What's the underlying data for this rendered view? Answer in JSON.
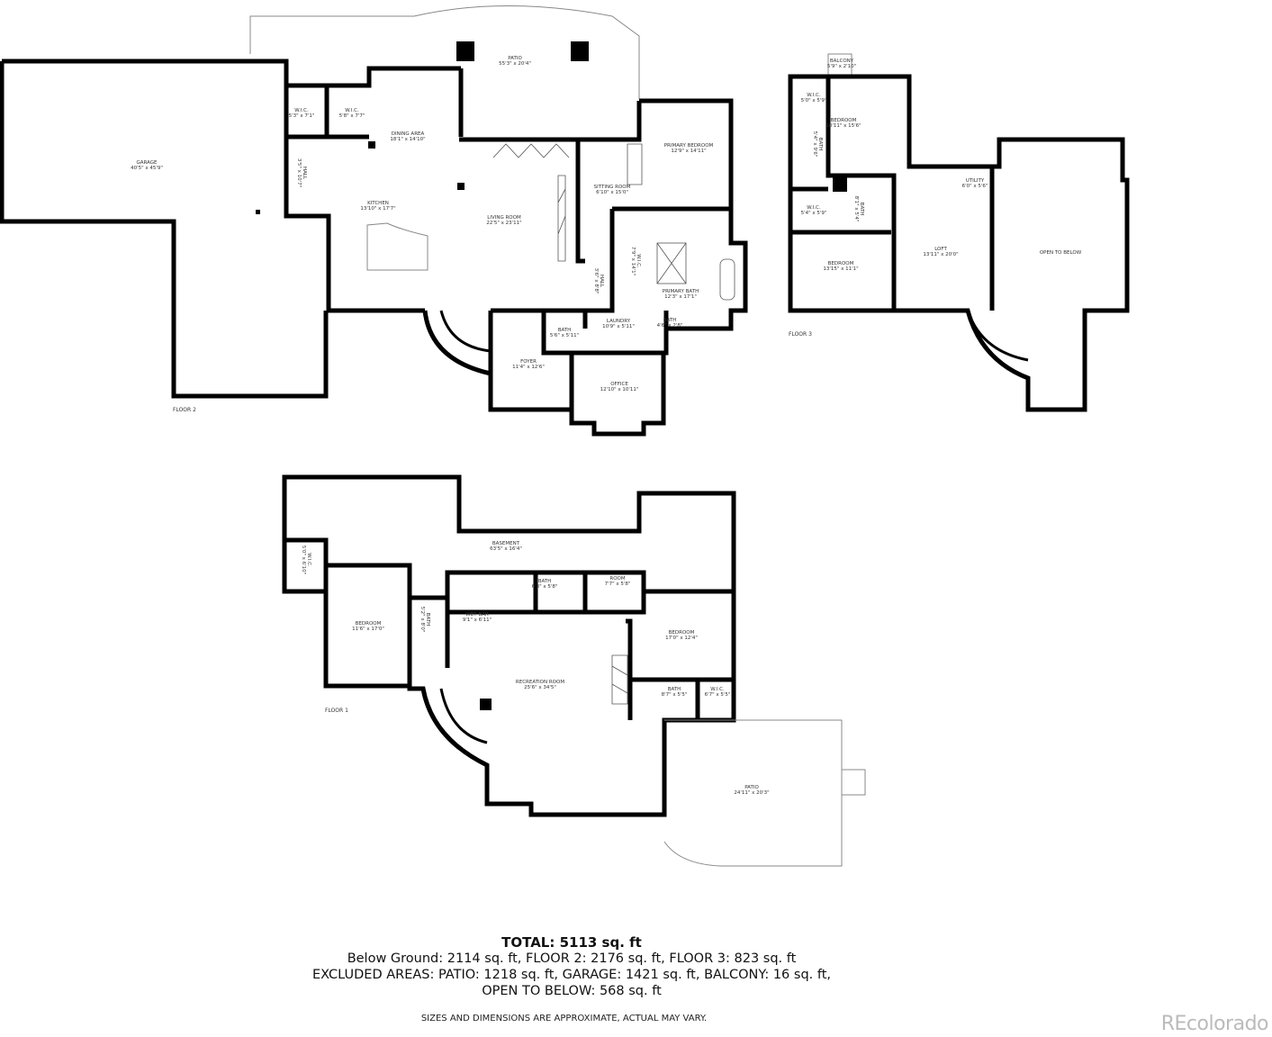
{
  "floors": {
    "floor2": {
      "label": "FLOOR 2",
      "rooms": [
        {
          "name": "GARAGE",
          "dim": "40'5\" x 45'9\""
        },
        {
          "name": "PATIO",
          "dim": "55'3\" x 20'4\""
        },
        {
          "name": "W.I.C.",
          "dim": "5'3\" x 7'1\""
        },
        {
          "name": "W.I.C.",
          "dim": "5'8\" x 7'7\""
        },
        {
          "name": "HALL",
          "dim": "3'5\" x 10'7\""
        },
        {
          "name": "DINING AREA",
          "dim": "18'1\" x 14'10\""
        },
        {
          "name": "KITCHEN",
          "dim": "13'10\" x 17'7\""
        },
        {
          "name": "LIVING ROOM",
          "dim": "22'5\" x 23'11\""
        },
        {
          "name": "SITTING ROOM",
          "dim": "6'10\" x 15'0\""
        },
        {
          "name": "PRIMARY BEDROOM",
          "dim": "12'9\" x 14'11\""
        },
        {
          "name": "W.I.C.",
          "dim": "7'9\" x 14'1\""
        },
        {
          "name": "HALL",
          "dim": "3'6\" x 8'8\""
        },
        {
          "name": "PRIMARY BATH",
          "dim": "12'3\" x 17'1\""
        },
        {
          "name": "LAUNDRY",
          "dim": "10'9\" x 5'11\""
        },
        {
          "name": "BATH",
          "dim": "5'6\" x 5'11\""
        },
        {
          "name": "BATH",
          "dim": "4'6\" x 2'8\""
        },
        {
          "name": "FOYER",
          "dim": "11'4\" x 12'6\""
        },
        {
          "name": "OFFICE",
          "dim": "12'10\" x 10'11\""
        }
      ]
    },
    "floor3": {
      "label": "FLOOR 3",
      "rooms": [
        {
          "name": "BALCONY",
          "dim": "5'9\" x 2'10\""
        },
        {
          "name": "W.I.C.",
          "dim": "5'0\" x 5'9\""
        },
        {
          "name": "BEDROOM",
          "dim": "10'11\" x 15'6\""
        },
        {
          "name": "BATH",
          "dim": "5'4\" x 9'6\""
        },
        {
          "name": "W.I.C.",
          "dim": "5'4\" x 5'9\""
        },
        {
          "name": "BATH",
          "dim": "8'1\" x 5'4\""
        },
        {
          "name": "UTILITY",
          "dim": "6'0\" x 5'6\""
        },
        {
          "name": "LOFT",
          "dim": "13'11\" x 20'0\""
        },
        {
          "name": "BEDROOM",
          "dim": "13'15\" x 11'1\""
        },
        {
          "name": "OPEN TO BELOW",
          "dim": ""
        }
      ]
    },
    "floor1": {
      "label": "FLOOR 1",
      "rooms": [
        {
          "name": "BASEMENT",
          "dim": "63'5\" x 16'4\""
        },
        {
          "name": "W.I.C.",
          "dim": "5'0\" x 6'10\""
        },
        {
          "name": "BEDROOM",
          "dim": "11'6\" x 17'0\""
        },
        {
          "name": "BATH",
          "dim": "5'2\" x 8'0\""
        },
        {
          "name": "BATH",
          "dim": "6'3\" x 5'8\""
        },
        {
          "name": "ROOM",
          "dim": "7'7\" x 5'8\""
        },
        {
          "name": "WET BAR",
          "dim": "9'1\" x 6'11\""
        },
        {
          "name": "BEDROOM",
          "dim": "17'0\" x 12'4\""
        },
        {
          "name": "RECREATION ROOM",
          "dim": "25'6\" x 34'5\""
        },
        {
          "name": "BATH",
          "dim": "8'7\" x 5'5\""
        },
        {
          "name": "W.I.C.",
          "dim": "6'7\" x 5'5\""
        },
        {
          "name": "PATIO",
          "dim": "24'11\" x 20'3\""
        }
      ]
    }
  },
  "summary": {
    "total": "TOTAL: 5113 sq. ft",
    "line1": "Below Ground: 2114 sq. ft, FLOOR 2: 2176 sq. ft, FLOOR 3: 823 sq. ft",
    "line2": "EXCLUDED AREAS: PATIO: 1218 sq. ft, GARAGE: 1421 sq. ft, BALCONY: 16 sq. ft,",
    "line3": "OPEN TO BELOW: 568 sq. ft"
  },
  "disclaimer": "SIZES AND DIMENSIONS ARE APPROXIMATE, ACTUAL MAY VARY.",
  "watermark": "REcolorado"
}
